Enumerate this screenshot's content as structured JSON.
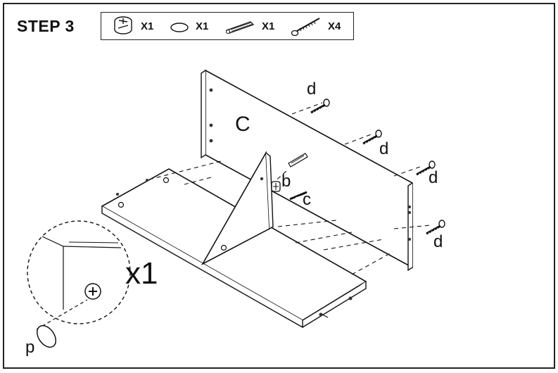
{
  "step": {
    "title": "STEP 3"
  },
  "parts": [
    {
      "icon": "cam-lock-icon",
      "qty": "X1"
    },
    {
      "icon": "cap-disc-icon",
      "qty": "X1"
    },
    {
      "icon": "wood-dowel-icon",
      "qty": "X1"
    },
    {
      "icon": "screw-icon",
      "qty": "X4"
    }
  ],
  "labels": {
    "panel": "C",
    "cam": "b",
    "dowel": "c",
    "screw": "d",
    "cap": "p",
    "detail_qty": "x1"
  }
}
